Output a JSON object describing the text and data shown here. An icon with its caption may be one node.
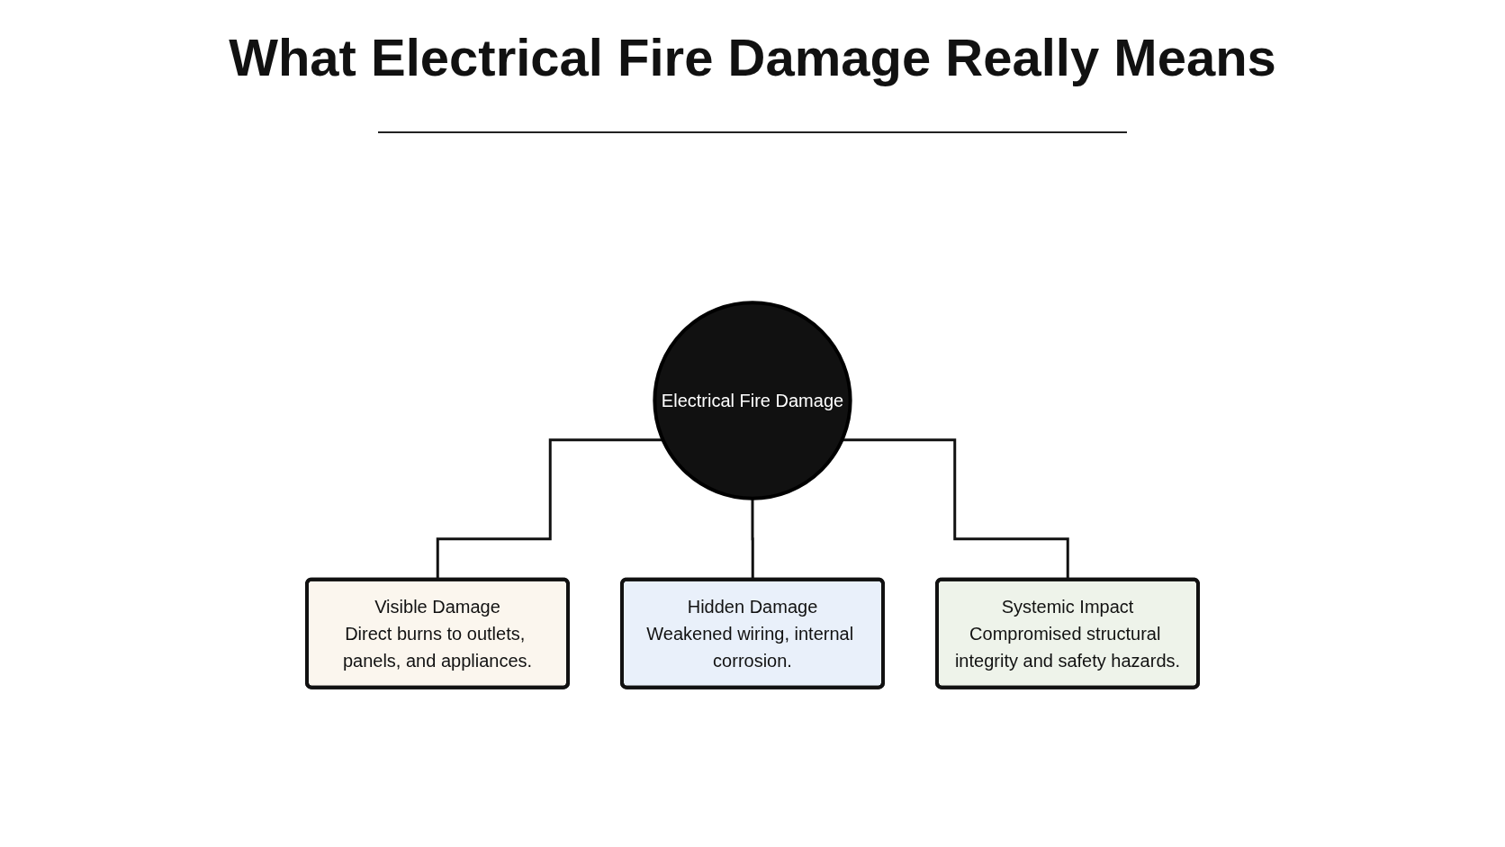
{
  "diagram": {
    "title": "What Electrical Fire Damage Really Means",
    "nodes": [
      {
        "text": [
          "Electrical Fire Damage"
        ]
      },
      {
        "text": [
          "Visible Damage",
          "Direct burns to outlets, panels, and appliances."
        ]
      },
      {
        "text": [
          "Hidden Damage",
          "Weakened wiring, internal corrosion."
        ]
      },
      {
        "text": [
          "Systemic Impact",
          "Compromised structural integrity and safety hazards."
        ]
      }
    ],
    "edges": [
      {
        "from": 0,
        "to": 1,
        "arrow": "none"
      },
      {
        "from": 0,
        "to": 2,
        "arrow": "none"
      },
      {
        "from": 0,
        "to": 3,
        "arrow": "none"
      }
    ]
  }
}
